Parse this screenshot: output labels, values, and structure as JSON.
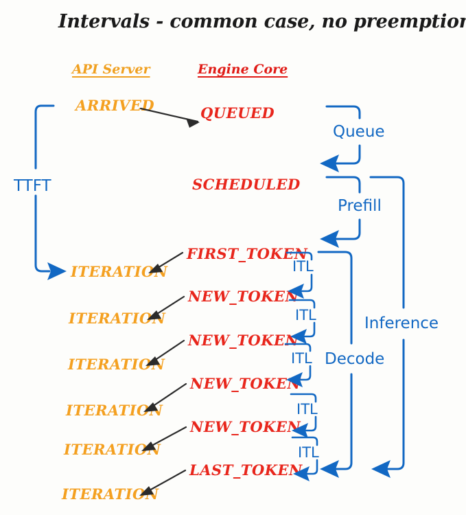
{
  "diagram": {
    "title": "Intervals - common case, no preemptions",
    "background_color": "#fdfdfb",
    "colors": {
      "api_server": "#f4a020",
      "engine_core": "#e8261c",
      "annotation_blue": "#1268c3",
      "arrow_black": "#2b2b2b"
    },
    "columns": [
      {
        "key": "api",
        "label": "API Server",
        "color": "#f0a020"
      },
      {
        "key": "engine",
        "label": "Engine Core",
        "color": "#e01b16"
      }
    ],
    "api_states": [
      {
        "label": "ARRIVED"
      },
      {
        "label": "ITERATION"
      },
      {
        "label": "ITERATION"
      },
      {
        "label": "ITERATION"
      },
      {
        "label": "ITERATION"
      },
      {
        "label": "ITERATION"
      },
      {
        "label": "ITERATION"
      }
    ],
    "engine_states": [
      {
        "label": "QUEUED"
      },
      {
        "label": "SCHEDULED"
      },
      {
        "label": "FIRST_TOKEN"
      },
      {
        "label": "NEW_TOKEN"
      },
      {
        "label": "NEW_TOKEN"
      },
      {
        "label": "NEW_TOKEN"
      },
      {
        "label": "NEW_TOKEN"
      },
      {
        "label": "LAST_TOKEN"
      }
    ],
    "intervals": [
      {
        "key": "ttft",
        "label": "TTFT",
        "side": "left"
      },
      {
        "key": "queue",
        "label": "Queue",
        "side": "right"
      },
      {
        "key": "prefill",
        "label": "Prefill",
        "side": "right"
      },
      {
        "key": "decode",
        "label": "Decode",
        "side": "right"
      },
      {
        "key": "inference",
        "label": "Inference",
        "side": "right"
      }
    ],
    "itl_labels": [
      {
        "label": "ITL"
      },
      {
        "label": "ITL"
      },
      {
        "label": "ITL"
      },
      {
        "label": "ITL"
      },
      {
        "label": "ITL"
      }
    ]
  }
}
